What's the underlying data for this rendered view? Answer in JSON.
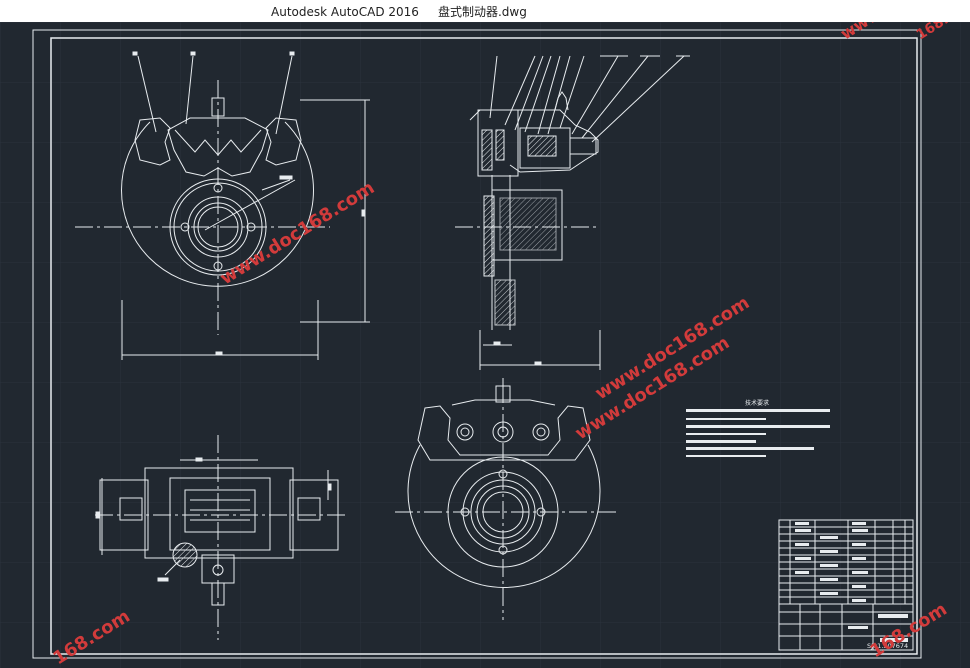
{
  "window": {
    "title": "Autodesk AutoCAD 2016     盘式制动器.dwg"
  },
  "drawing": {
    "tech_title": "技术要求",
    "drawing_number": "SJ01.307674"
  },
  "watermarks": [
    "www.doc168.com",
    "www.doc168.com",
    "www.doc168.com",
    "www.doc168.com",
    "168.com",
    "168.com",
    "168.com"
  ],
  "colors": {
    "background": "#212830",
    "line": "#e8ecef",
    "grid": "#2c3440",
    "watermark": "#d23b3b"
  }
}
